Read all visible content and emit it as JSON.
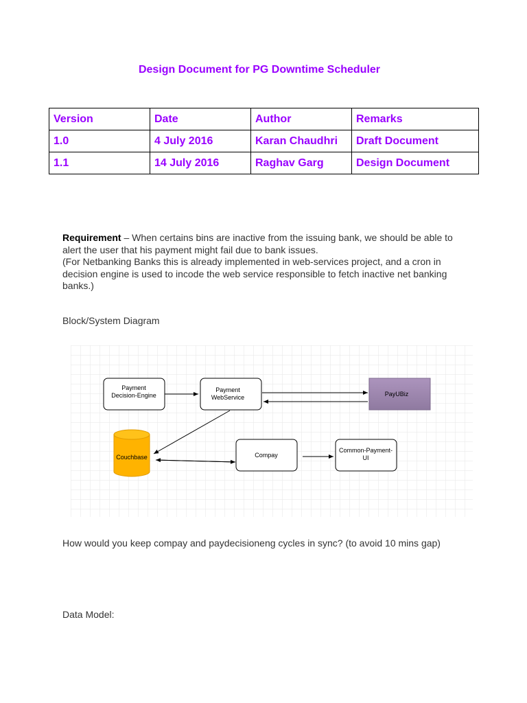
{
  "document": {
    "title": "Design Document for PG Downtime Scheduler",
    "version_table": {
      "headers": [
        "Version",
        "Date",
        "Author",
        "Remarks"
      ],
      "rows": [
        [
          "1.0",
          "4 July 2016",
          "Karan Chaudhri",
          "Draft Document"
        ],
        [
          "1.1",
          "14 July 2016",
          "Raghav Garg",
          "Design Document"
        ]
      ]
    },
    "requirement": {
      "label": "Requirement",
      "text": " – When certains bins are inactive from the issuing bank, we should be able to alert the user that his payment might fail due to bank issues.",
      "note": "(For Netbanking Banks this is already implemented in web-services project, and a cron in decision engine is used to incode the web service responsible to fetch inactive net banking banks.)"
    },
    "diagram_heading": "Block/System Diagram",
    "diagram": {
      "nodes": {
        "decision_engine": [
          "Payment",
          "Decision-Engine"
        ],
        "webservice": [
          "Payment",
          "WebService"
        ],
        "payubiz": "PayUBiz",
        "couchbase": "Couchbase",
        "compay": "Compay",
        "common_ui": [
          "Common-Payment-",
          "UI"
        ]
      }
    },
    "question": "How would you keep compay and paydecisioneng cycles in sync? (to avoid 10 mins gap)",
    "data_model_heading": "Data Model:"
  },
  "colors": {
    "accent": "#9900ff",
    "body_text": "#333333",
    "payubiz_fill": "#9d86ad",
    "couchbase_fill": "#ffb300"
  }
}
